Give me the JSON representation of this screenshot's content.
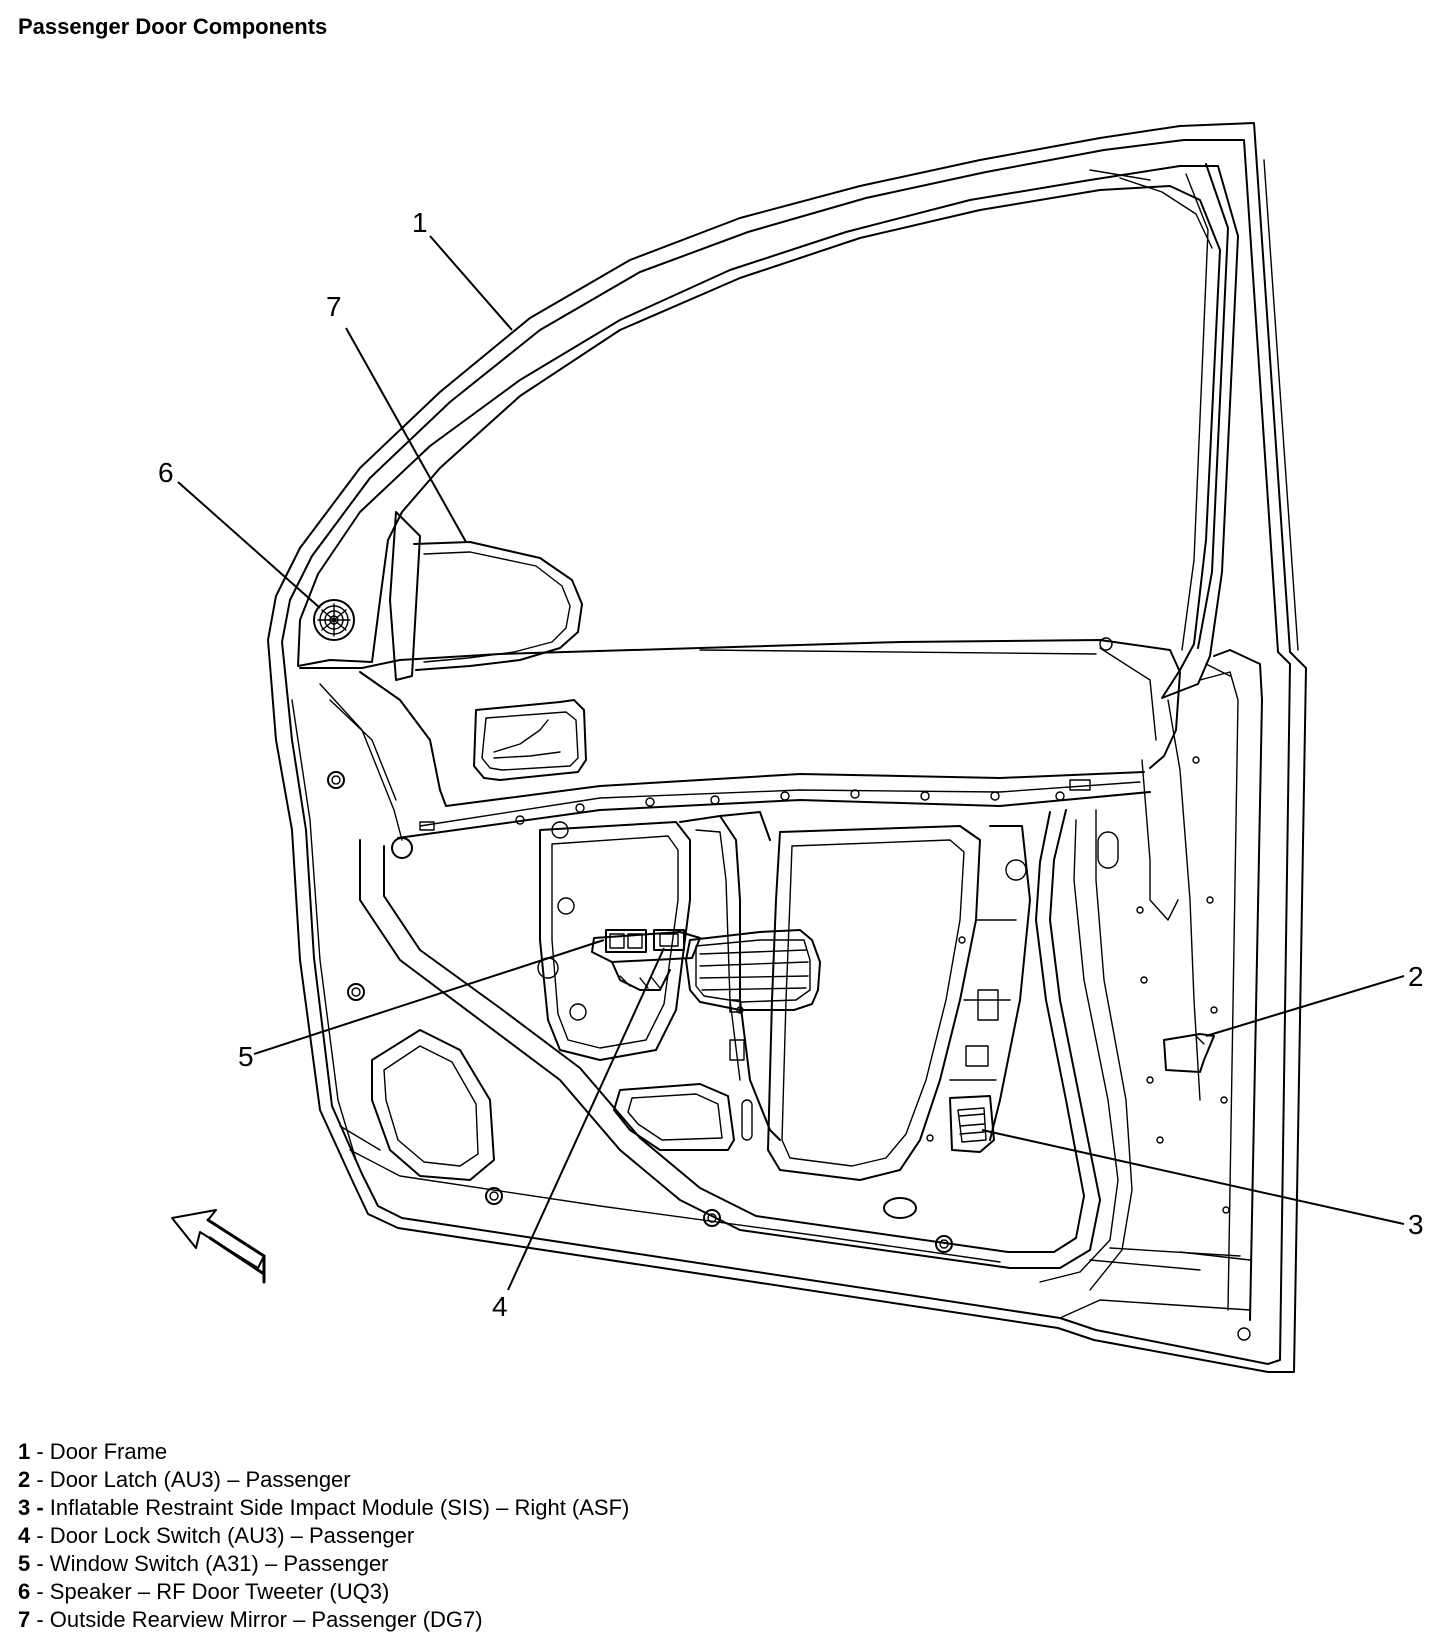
{
  "title": "Passenger Door Components",
  "callouts": {
    "c1": "1",
    "c2": "2",
    "c3": "3",
    "c4": "4",
    "c5": "5",
    "c6": "6",
    "c7": "7"
  },
  "legend": [
    {
      "num": "1",
      "text": " - Door Frame"
    },
    {
      "num": "2",
      "text": " - Door Latch (AU3) – Passenger"
    },
    {
      "num": "3 -",
      "text": " Inflatable Restraint Side Impact Module (SIS) – Right (ASF)"
    },
    {
      "num": "4",
      "text": " - Door Lock Switch (AU3) – Passenger"
    },
    {
      "num": "5",
      "text": " - Window Switch (A31) – Passenger"
    },
    {
      "num": "6",
      "text": " - Speaker – RF Door Tweeter (UQ3)"
    },
    {
      "num": "7",
      "text": " - Outside Rearview Mirror – Passenger (DG7)"
    }
  ]
}
